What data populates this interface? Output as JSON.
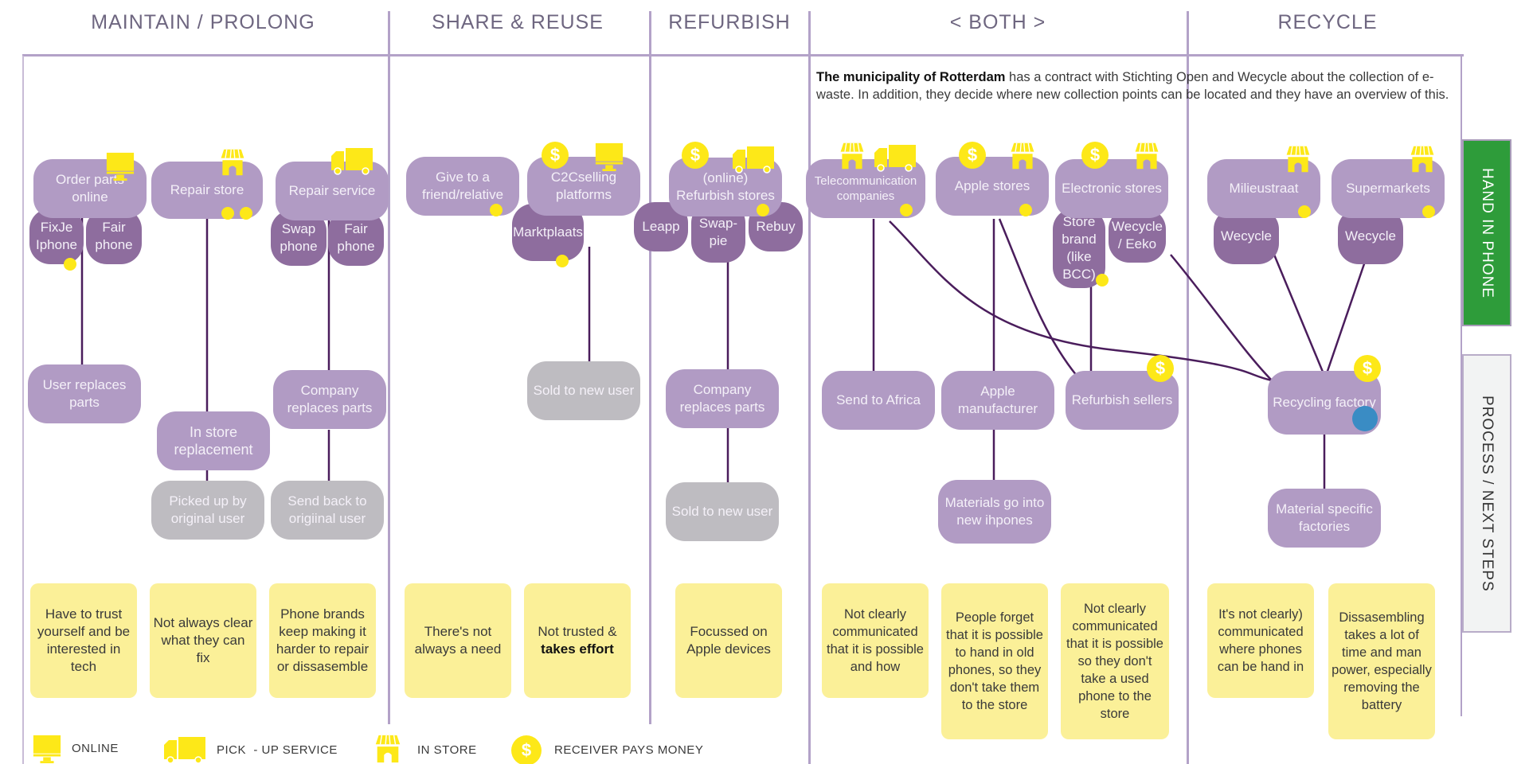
{
  "columns": [
    {
      "id": "maintain",
      "title": "MAINTAIN / PROLONG"
    },
    {
      "id": "share",
      "title": "SHARE & REUSE"
    },
    {
      "id": "refurbish",
      "title": "REFURBISH"
    },
    {
      "id": "both",
      "title": "< BOTH >"
    },
    {
      "id": "recycle",
      "title": "RECYCLE"
    }
  ],
  "intro": {
    "bold": "The municipality of Rotterdam",
    "text": " has a contract with Stichting Open and Wecycle about the collection of e-waste. In addition, they decide where new collection points can be located and they have an overview of this."
  },
  "side_tabs": {
    "hand_in": "HAND IN PHONE",
    "process": "PROCESS / NEXT STEPS"
  },
  "colors": {
    "node_light": "#b19bc4",
    "node_dark": "#8e6d9e",
    "node_grey": "#bebcc1",
    "note_yellow": "#fbf098",
    "icon_yellow": "#fde818",
    "connector": "#4a1d5c",
    "hand_in_green": "#2e9c3a",
    "blue_marker": "#3a8cc4"
  },
  "nodes": {
    "order_parts": "Order parts online",
    "fixje": "FixJe Iphone",
    "fair1": "Fair phone",
    "repair_store": "Repair store",
    "repair_service": "Repair service",
    "swap_phone": "Swap phone",
    "fair2": "Fair phone",
    "user_replaces": "User replaces parts",
    "in_store_repl": "In store replacement",
    "company_repl1": "Company replaces parts",
    "picked_up": "Picked up by original user",
    "send_back": "Send back to origiinal user",
    "give_friend": "Give to a friend/relative",
    "c2c": "C2Cselling platforms",
    "marktplaats": "Marktplaats",
    "sold_new1": "Sold to new user",
    "refurb_stores": "(online) Refurbish stores",
    "leapp": "Leapp",
    "swappie": "Swap-pie",
    "rebuy": "Rebuy",
    "company_repl2": "Company replaces parts",
    "sold_new2": "Sold to new user",
    "telecom": "Telecommunication companies",
    "apple_stores": "Apple stores",
    "electronic_stores": "Electronic stores",
    "store_brand": "Store brand (like BCC)",
    "wecycle_eeko": "Wecycle / Eeko",
    "send_africa": "Send to Africa",
    "apple_manu": "Apple manufacturer",
    "refurb_sellers": "Refurbish sellers",
    "materials_new": "Materials go into new ihpones",
    "milieustraat": "Milieustraat",
    "supermarkets": "Supermarkets",
    "wecycle1": "Wecycle",
    "wecycle2": "Wecycle",
    "recycling_factory": "Recycling factory",
    "material_factories": "Material specific factories"
  },
  "notes": {
    "n1": "Have to trust yourself and be interested in tech",
    "n2": "Not always clear what they can fix",
    "n3": "Phone brands keep making it harder to repair or dissasemble",
    "n4": "There's not always a need",
    "n5a": "Not trusted &",
    "n5b": "takes effort",
    "n6": "Focussed on Apple devices",
    "n7": "Not clearly communicated that it is possible and how",
    "n8": "People forget that it is possible to hand in old phones, so they don't take them to the store",
    "n9": "Not clearly communicated that it is possible so they don't take a used phone to the store",
    "n10": "It's not clearly) communicated where phones can be hand in",
    "n11": "Dissasembling takes a lot of time and man power, especially removing the battery"
  },
  "legend": [
    {
      "icon": "monitor-icon",
      "label": "ONLINE"
    },
    {
      "icon": "truck-icon",
      "label": "PICK  - UP SERVICE"
    },
    {
      "icon": "storefront-icon",
      "label": "IN STORE"
    },
    {
      "icon": "dollar-coin-icon",
      "label": "RECEIVER PAYS MONEY"
    }
  ],
  "coin_symbol": "$"
}
